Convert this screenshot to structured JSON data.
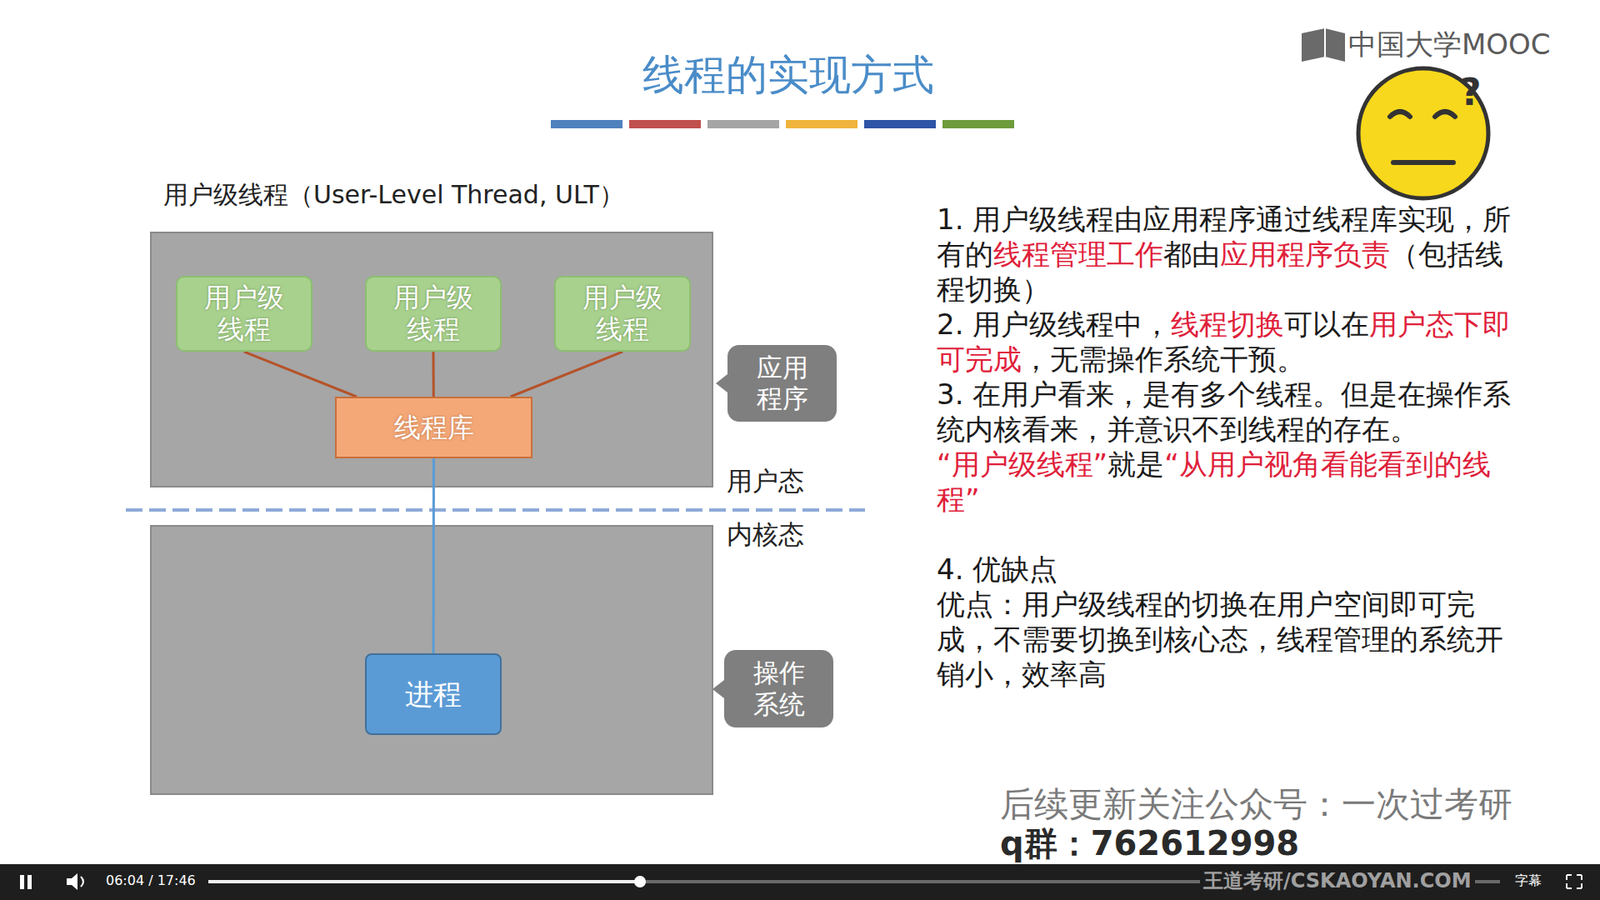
{
  "diagram": {
    "title": "线程的实现方式",
    "nodes": [
      {
        "text": [
          "用户级线程"
        ]
      },
      {
        "text": [
          "用户级线程"
        ]
      },
      {
        "text": [
          "用户级线程"
        ]
      },
      {
        "text": [
          "线程库"
        ]
      },
      {
        "text": [
          "应用程序"
        ]
      },
      {
        "text": [
          "进程"
        ]
      },
      {
        "text": [
          "操作系统"
        ]
      }
    ],
    "edges": [
      {
        "from": 0,
        "to": 3,
        "arrow": "none"
      },
      {
        "from": 1,
        "to": 3,
        "arrow": "none"
      },
      {
        "from": 2,
        "to": 3,
        "arrow": "none"
      },
      {
        "from": 3,
        "to": 5,
        "arrow": "none"
      }
    ],
    "labels": [
      "中国大学MOOC",
      "?",
      "用户级线程（User-Level Thread, ULT）",
      "用户态",
      "内核态",
      "1. 用户级线程由应用程序通过线程库实现，所有的",
      "线程管理工作",
      "都由",
      "应用程序负责",
      "（包括线程切换）",
      "2. 用户级线程中，",
      "线程切换",
      "可以在",
      "用户态下即可完成",
      "，无需操作系统干预。",
      "3. 在用户看来，是有多个线程。但是在操作系统内核看来，并意识不到线程的存在。",
      "“用户级线程”",
      "就是",
      "“从用户视角看能看到的线程”",
      "4. 优缺点",
      "优点：用户级线程的切换在用户空间即可完成，不需要切换到核心态，线程管理的系统开销小，效率高",
      "后续更新关注公众号：一次过考研",
      "q群：762612998",
      "王道考研/CSKAOYAN.COM",
      "06:04 / 17:46",
      "字幕"
    ]
  }
}
